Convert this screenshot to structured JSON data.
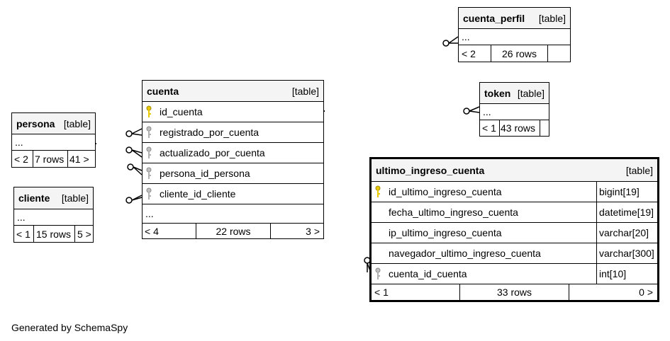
{
  "tables": {
    "cuenta_perfil": {
      "name": "cuenta_perfil",
      "kind": "[table]",
      "ellipsis": "...",
      "prev": "< 2",
      "rows": "26 rows",
      "next": ""
    },
    "token": {
      "name": "token",
      "kind": "[table]",
      "ellipsis": "...",
      "prev": "< 1",
      "rows": "43 rows",
      "next": ""
    },
    "persona": {
      "name": "persona",
      "kind": "[table]",
      "ellipsis": "...",
      "prev": "< 2",
      "rows": "7 rows",
      "next": "41 >"
    },
    "cliente": {
      "name": "cliente",
      "kind": "[table]",
      "ellipsis": "...",
      "prev": "< 1",
      "rows": "15 rows",
      "next": "5 >"
    },
    "cuenta": {
      "name": "cuenta",
      "kind": "[table]",
      "columns": [
        "id_cuenta",
        "registrado_por_cuenta",
        "actualizado_por_cuenta",
        "persona_id_persona",
        "cliente_id_cliente"
      ],
      "ellipsis": "...",
      "prev": "< 4",
      "rows": "22 rows",
      "next": "3 >"
    },
    "ultimo_ingreso_cuenta": {
      "name": "ultimo_ingreso_cuenta",
      "kind": "[table]",
      "columns": [
        {
          "name": "id_ultimo_ingreso_cuenta",
          "type": "bigint[19]"
        },
        {
          "name": "fecha_ultimo_ingreso_cuenta",
          "type": "datetime[19]"
        },
        {
          "name": "ip_ultimo_ingreso_cuenta",
          "type": "varchar[20]"
        },
        {
          "name": "navegador_ultimo_ingreso_cuenta",
          "type": "varchar[300]"
        },
        {
          "name": "cuenta_id_cuenta",
          "type": "int[10]"
        }
      ],
      "prev": "< 1",
      "rows": "33 rows",
      "next": "0 >"
    }
  },
  "colors": {
    "primary_key": "#e8c800",
    "foreign_key": "#b0b0b0",
    "header_bg": "#f4f4f4"
  },
  "footer": "Generated by SchemaSpy"
}
